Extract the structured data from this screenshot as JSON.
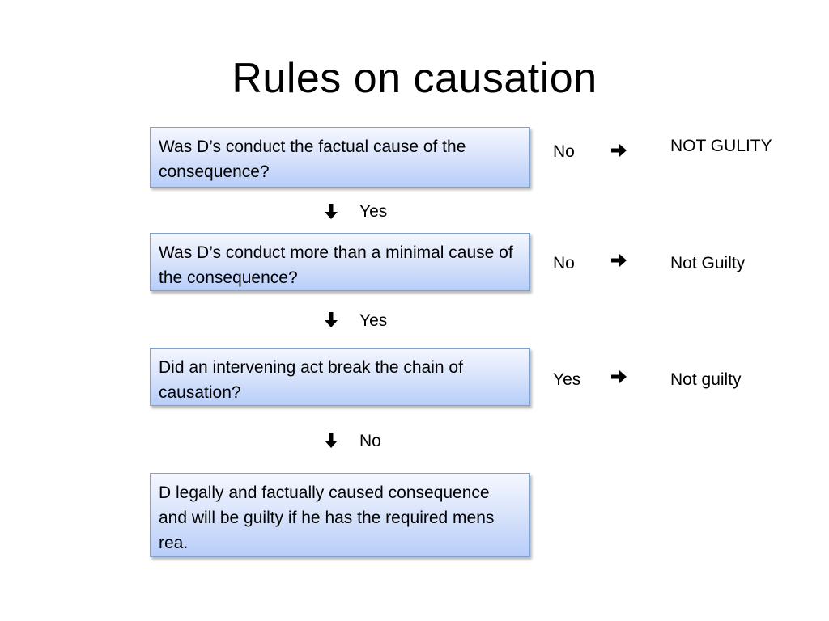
{
  "title": "Rules on causation",
  "steps": [
    {
      "question": "Was D’s conduct the factual cause of the consequence?",
      "side_answer": "No",
      "side_outcome": "NOT GULITY",
      "next_answer": "Yes"
    },
    {
      "question": "Was D’s conduct more than a minimal cause of the consequence?",
      "side_answer": "No",
      "side_outcome": "Not Guilty",
      "next_answer": "Yes"
    },
    {
      "question": "Did an intervening act break the chain of causation?",
      "side_answer": "Yes",
      "side_outcome": "Not guilty",
      "next_answer": "No"
    }
  ],
  "conclusion": "D legally and factually caused consequence and will be guilty if he has the required mens rea.",
  "icons": {
    "down": "arrow-down-icon",
    "right": "arrow-right-icon"
  },
  "colors": {
    "box_border": "#7fa2cf",
    "box_fill_top": "#f4f7fe",
    "box_fill_bottom": "#b7cdf9",
    "text": "#000000"
  }
}
